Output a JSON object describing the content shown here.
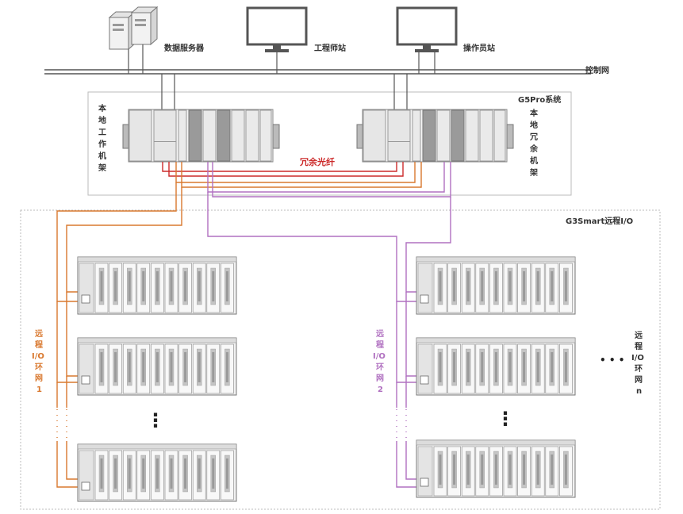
{
  "network": {
    "data_server_label": "数据服务器",
    "eng_station_label": "工程师站",
    "op_station_label": "操作员站",
    "control_net_label": "控制网"
  },
  "system": {
    "title": "G5Pro系统",
    "local_rack_label": [
      "本",
      "地",
      "工",
      "作",
      "机",
      "架"
    ],
    "redundant_rack_label": [
      "本",
      "地",
      "冗",
      "余",
      "机",
      "架"
    ],
    "fiber_label": "冗余光纤"
  },
  "remote": {
    "title": "G3Smart远程I/O",
    "ring1_label": [
      "远",
      "程",
      "I/O",
      "环",
      "网",
      "1"
    ],
    "ring2_label": [
      "远",
      "程",
      "I/O",
      "环",
      "网",
      "2"
    ],
    "ringn_label": [
      "远",
      "程",
      "I/O",
      "环",
      "网",
      "n"
    ],
    "ellipsis": "⋮",
    "h_ellipsis": "• • •"
  },
  "colors": {
    "orange": "#d9782e",
    "purple": "#b070c0",
    "red": "#cc2a2a",
    "line": "#555555",
    "box": "#bbbbbb"
  }
}
